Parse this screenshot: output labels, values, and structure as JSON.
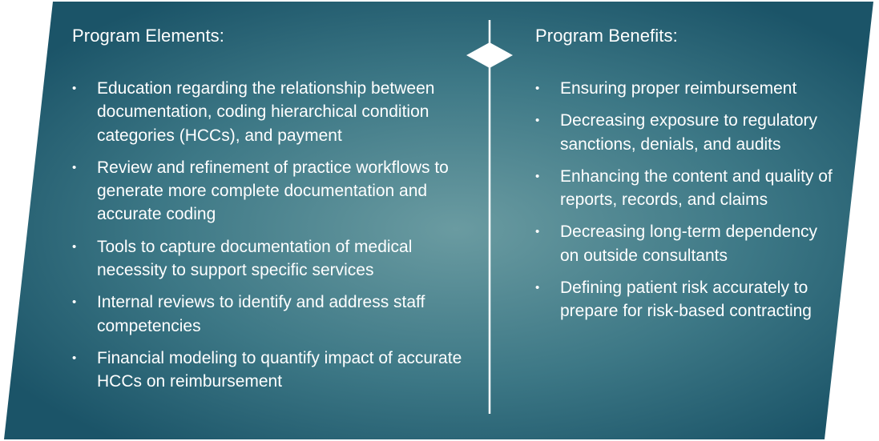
{
  "colors": {
    "panel_dark": "#1b5468",
    "panel_light": "#5e8f97",
    "text": "#ffffff",
    "divider": "#ffffff"
  },
  "program_elements": {
    "heading": "Program Elements:",
    "items": [
      "Education regarding the relationship between documentation, coding hierarchical condition categories (HCCs), and payment",
      "Review and refinement of practice workflows to generate more complete documentation and accurate coding",
      "Tools to capture documentation of medical necessity to support specific services",
      "Internal reviews to identify and address staff competencies",
      "Financial modeling to quantify impact of accurate HCCs on reimbursement"
    ]
  },
  "program_benefits": {
    "heading": "Program Benefits:",
    "items": [
      "Ensuring proper reimbursement",
      "Decreasing exposure to regulatory sanctions, denials, and audits",
      "Enhancing the content and quality of reports, records, and claims",
      "Decreasing long-term dependency on outside consultants",
      "Defining patient risk accurately to prepare for risk-based contracting"
    ]
  }
}
